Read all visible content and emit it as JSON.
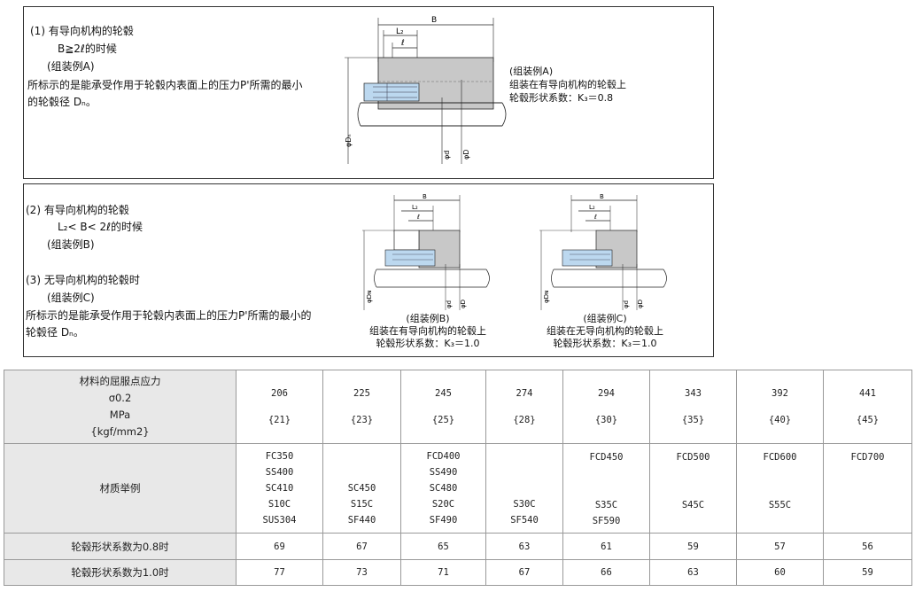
{
  "box1": {
    "lines": [
      "(1) 有导向机构的轮毂",
      "B≧2ℓ的时候",
      "(组装例A)",
      "所标示的是能承受作用于轮毂内表面上的压力P'所需的最小",
      "的轮毂径 Dₙ。"
    ],
    "caption": [
      "(组装例A)",
      "组装在有导向机构的轮毂上",
      "轮毂形状系数：K₃＝0.8"
    ],
    "dim_B": "B",
    "dim_L2": "L₂",
    "dim_l": "ℓ",
    "dim_DN": "φDₙ",
    "dim_d": "φd",
    "dim_D": "φD"
  },
  "box2": {
    "lines": [
      "(2) 有导向机构的轮毂",
      "L₂< B< 2ℓ的时候",
      "(组装例B)",
      "(3) 无导向机构的轮毂时",
      "(组装例C)",
      "所标示的是能承受作用于轮毂内表面上的压力P'所需的最小的",
      "轮毂径 Dₙ。"
    ],
    "caption_b": [
      "(组装例B)",
      "组装在有导向机构的轮毂上",
      "轮毂形状系数：K₃＝1.0"
    ],
    "caption_c": [
      "(组装例C)",
      "组装在无导向机构的轮毂上",
      "轮毂形状系数：K₃＝1.0"
    ]
  },
  "table": {
    "yield_label": [
      "材料的屈服点应力",
      "σ0.2",
      "MPa",
      "{kgf/mm2}"
    ],
    "yield_mpa": [
      "206",
      "225",
      "245",
      "274",
      "294",
      "343",
      "392",
      "441"
    ],
    "yield_kgf": [
      "{21}",
      "{23}",
      "{25}",
      "{28}",
      "{30}",
      "{35}",
      "{40}",
      "{45}"
    ],
    "material_label": "材质举例",
    "materials": [
      [
        "FC350",
        "SS400",
        "SC410",
        "S10C",
        "SUS304"
      ],
      [
        "SC450",
        "S15C",
        "SF440"
      ],
      [
        "FCD400",
        "SS490",
        "SC480",
        "S20C",
        "SF490"
      ],
      [
        "S30C",
        "SF540"
      ],
      [
        "FCD450",
        "S35C",
        "SF590"
      ],
      [
        "FCD500",
        "S45C"
      ],
      [
        "FCD600",
        "S55C"
      ],
      [
        "FCD700"
      ]
    ],
    "k08_label": "轮毂形状系数为0.8时",
    "k08_values": [
      "69",
      "67",
      "65",
      "63",
      "61",
      "59",
      "57",
      "56"
    ],
    "k10_label": "轮毂形状系数为1.0时",
    "k10_values": [
      "77",
      "73",
      "71",
      "67",
      "66",
      "63",
      "60",
      "59"
    ]
  },
  "colors": {
    "hub": "#c8c8c8",
    "lock": "#bcd8ef",
    "line": "#222222"
  }
}
